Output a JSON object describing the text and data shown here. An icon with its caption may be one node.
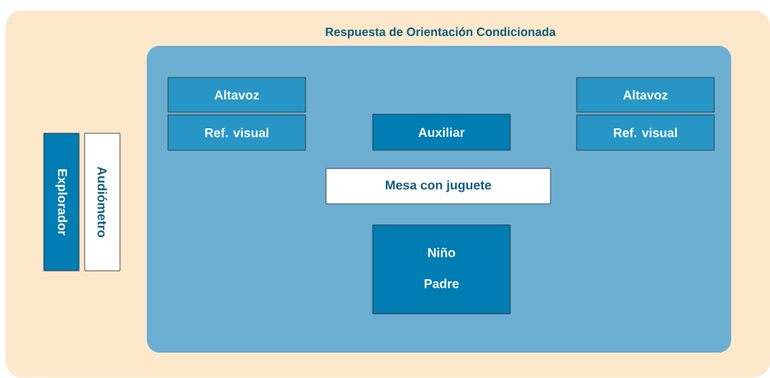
{
  "diagram": {
    "nodes": [
      {
        "text": [
          "Respuesta de Orientación Condicionada"
        ]
      },
      {
        "text": [
          "Altavoz"
        ],
        "in": 0
      },
      {
        "text": [
          "Ref. visual"
        ],
        "in": 0
      },
      {
        "text": [
          "Auxiliar"
        ],
        "in": 0
      },
      {
        "text": [
          "Altavoz"
        ],
        "in": 0
      },
      {
        "text": [
          "Ref. visual"
        ],
        "in": 0
      },
      {
        "text": [
          "Mesa con juguete"
        ],
        "in": 0
      },
      {
        "text": [
          "Niño",
          "Padre"
        ],
        "in": 0
      },
      {
        "text": [
          "Explorador"
        ]
      },
      {
        "text": [
          "Audiómetro"
        ]
      }
    ]
  }
}
